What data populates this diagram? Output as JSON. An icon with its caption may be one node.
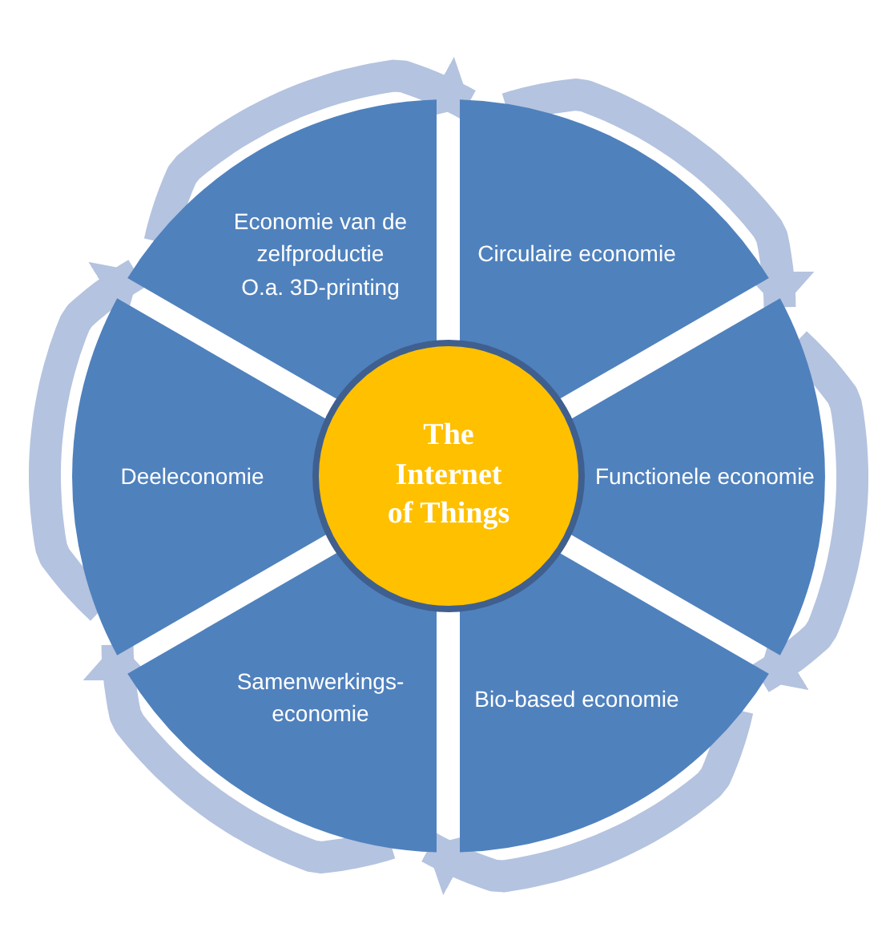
{
  "diagram": {
    "nodes": [
      {
        "text": [
          "The Internet of Things"
        ]
      },
      {
        "text": [
          "Economie van de zelfproductie",
          "O.a. 3D-printing"
        ]
      },
      {
        "text": [
          "Circulaire economie"
        ]
      },
      {
        "text": [
          "Functionele economie"
        ]
      },
      {
        "text": [
          "Bio-based economie"
        ]
      },
      {
        "text": [
          "Samenwerkings- economie"
        ]
      },
      {
        "text": [
          "Deeleconomie"
        ]
      }
    ],
    "edges": [
      {
        "from": 1,
        "to": 2,
        "arrow": "to"
      },
      {
        "from": 2,
        "to": 3,
        "arrow": "to"
      },
      {
        "from": 3,
        "to": 4,
        "arrow": "to"
      },
      {
        "from": 4,
        "to": 5,
        "arrow": "to"
      },
      {
        "from": 5,
        "to": 6,
        "arrow": "to"
      },
      {
        "from": 6,
        "to": 1,
        "arrow": "to"
      }
    ]
  }
}
